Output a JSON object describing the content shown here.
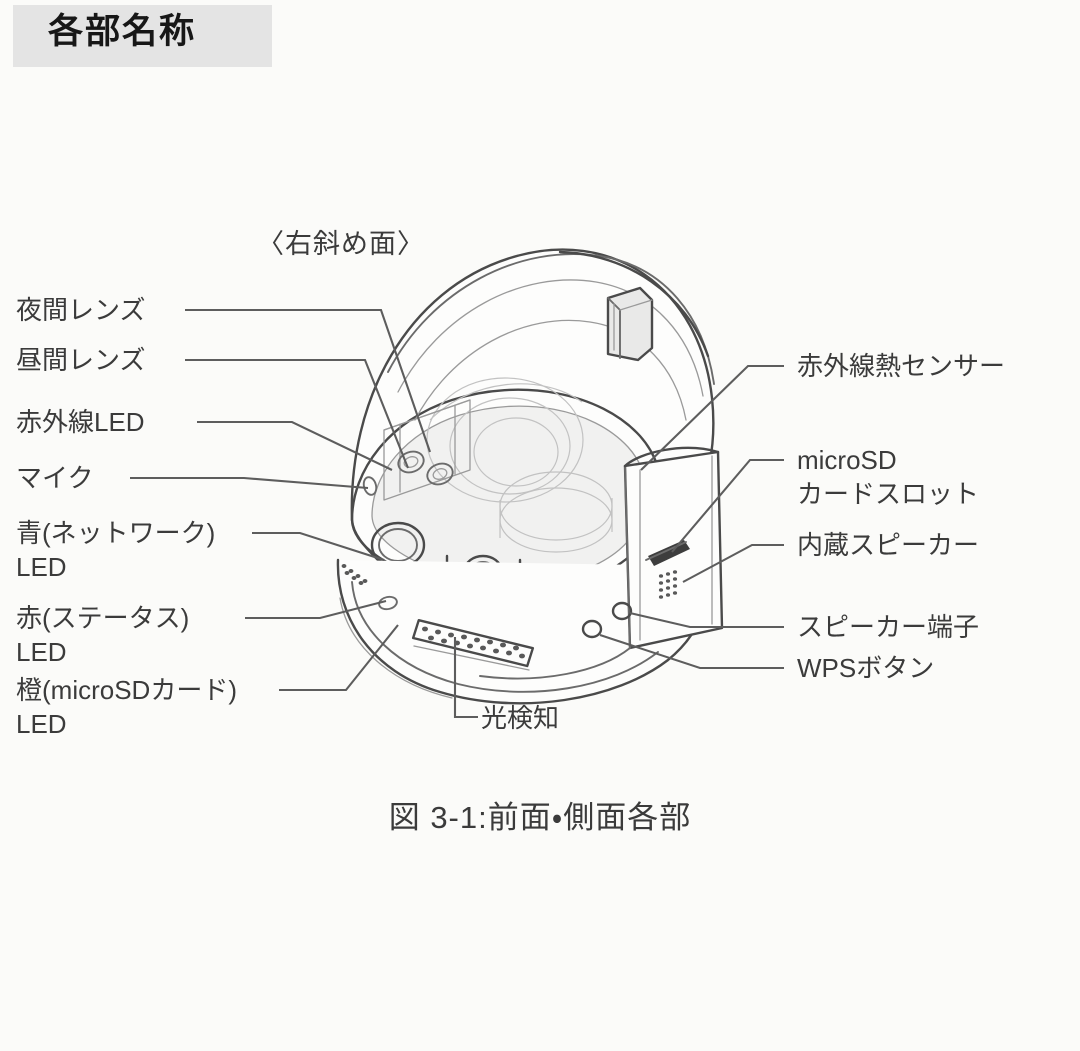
{
  "header": {
    "title": "各部名称"
  },
  "diagram": {
    "view_annotation": "〈右斜め面〉",
    "caption": "図 3-1:前面・側面各部",
    "device": "dome-security-camera",
    "left_labels": [
      {
        "id": "night-lens",
        "text": "夜間レンズ"
      },
      {
        "id": "day-lens",
        "text": "昼間レンズ"
      },
      {
        "id": "infrared-led",
        "text": "赤外線LED"
      },
      {
        "id": "microphone",
        "text": "マイク"
      },
      {
        "id": "blue-network-led",
        "text": "青(ネットワーク)",
        "text2": "LED"
      },
      {
        "id": "red-status-led",
        "text": "赤(ステータス)",
        "text2": "LED"
      },
      {
        "id": "orange-sd-led",
        "text": "橙(microSDカード)",
        "text2": "LED"
      }
    ],
    "right_labels": [
      {
        "id": "infrared-heat-sensor",
        "text": "赤外線熱センサー"
      },
      {
        "id": "microsd-card-slot",
        "text": "microSD",
        "text2": "カードスロット"
      },
      {
        "id": "builtin-speaker",
        "text": "内蔵スピーカー"
      },
      {
        "id": "speaker-terminal",
        "text": "スピーカー端子"
      },
      {
        "id": "wps-button",
        "text": "WPSボタン"
      }
    ],
    "bottom_labels": [
      {
        "id": "light-detection",
        "text": "光検知"
      }
    ]
  },
  "colors": {
    "background": "#fbfbf9",
    "banner": "#e4e4e4",
    "text": "#3b3b3b",
    "title_text": "#171717",
    "leader_line": "#5d5d5d",
    "device_outline": "#4a4a4a"
  }
}
